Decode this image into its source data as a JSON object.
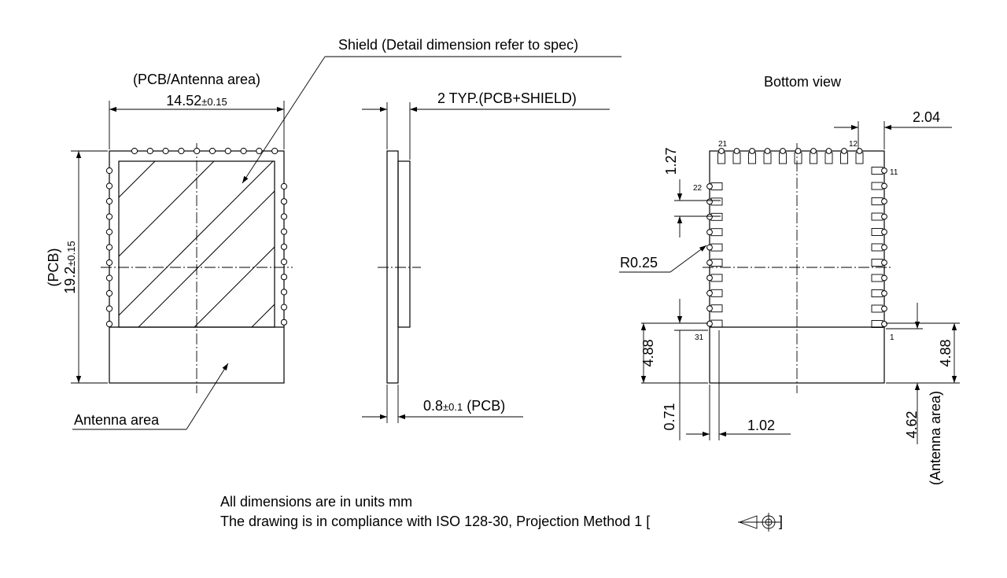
{
  "labels": {
    "shield": "Shield (Detail dimension refer to spec)",
    "pcb_antenna_area": "(PCB/Antenna area)",
    "width_value": "14.52",
    "width_tol": "±0.15",
    "pcb": "(PCB)",
    "height_value": "19.2",
    "height_tol": "±0.15",
    "antenna_area": "Antenna area",
    "typ_thickness": "2 TYP.(PCB+SHIELD)",
    "pcb_thickness_value": "0.8",
    "pcb_thickness_tol": "±0.1",
    "pcb_thickness_suffix": "(PCB)",
    "bottom_view": "Bottom view",
    "dim_2_04": "2.04",
    "dim_1_27": "1.27",
    "dim_r0_25": "R0.25",
    "dim_4_88_left": "4.88",
    "dim_4_88_right": "4.88",
    "dim_0_71": "0.71",
    "dim_1_02": "1.02",
    "dim_4_62": "4.62",
    "antenna_area_paren": "(Antenna area)",
    "pin_21": "21",
    "pin_12": "12",
    "pin_11": "11",
    "pin_22": "22",
    "pin_31": "31",
    "pin_1": "1"
  },
  "notes": {
    "line1": "All dimensions are in units mm",
    "line2_prefix": "The drawing is in compliance with ISO 128-30, Projection Method 1 [",
    "line2_suffix": "]"
  }
}
